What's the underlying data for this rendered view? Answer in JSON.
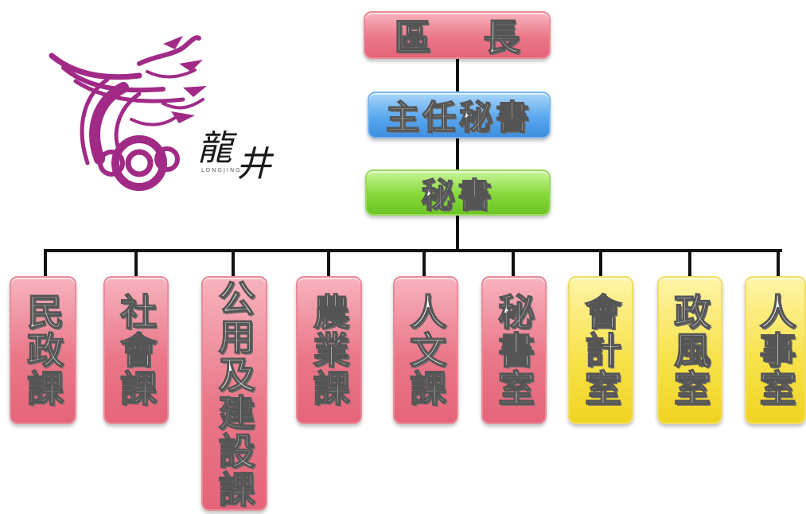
{
  "logo": {
    "chars": [
      "龍",
      "井"
    ],
    "sub": "LONGJING",
    "color": "#a12a86"
  },
  "top": [
    {
      "label": "區　長",
      "color": "red"
    },
    {
      "label": "主任秘書",
      "color": "blue"
    },
    {
      "label": "秘書",
      "color": "green"
    }
  ],
  "departments": [
    {
      "label": "民政課",
      "color": "red"
    },
    {
      "label": "社會課",
      "color": "red"
    },
    {
      "label": "公用及建設課",
      "color": "red"
    },
    {
      "label": "農業課",
      "color": "red"
    },
    {
      "label": "人文課",
      "color": "red"
    },
    {
      "label": "秘書室",
      "color": "red"
    },
    {
      "label": "會計室",
      "color": "yellow"
    },
    {
      "label": "政風室",
      "color": "yellow"
    },
    {
      "label": "人事室",
      "color": "yellow"
    }
  ]
}
